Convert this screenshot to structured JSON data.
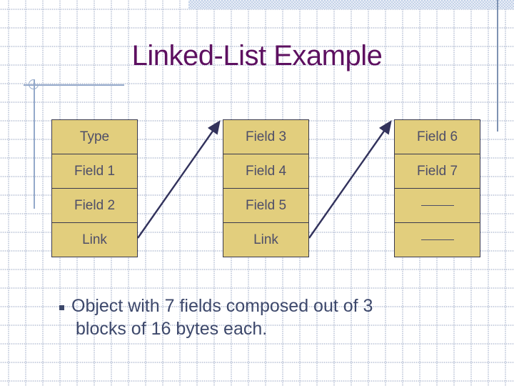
{
  "slide": {
    "title": "Linked-List Example",
    "blocks": [
      {
        "name": "memory-block-1",
        "cells": [
          {
            "label": "Type",
            "empty": false
          },
          {
            "label": "Field 1",
            "empty": false
          },
          {
            "label": "Field 2",
            "empty": false
          },
          {
            "label": "Link",
            "empty": false
          }
        ]
      },
      {
        "name": "memory-block-2",
        "cells": [
          {
            "label": "Field 3",
            "empty": false
          },
          {
            "label": "Field 4",
            "empty": false
          },
          {
            "label": "Field 5",
            "empty": false
          },
          {
            "label": "Link",
            "empty": false
          }
        ]
      },
      {
        "name": "memory-block-3",
        "cells": [
          {
            "label": "Field 6",
            "empty": false
          },
          {
            "label": "Field 7",
            "empty": false
          },
          {
            "label": "",
            "empty": true
          },
          {
            "label": "",
            "empty": true
          }
        ]
      }
    ],
    "bullet": {
      "marker_icon": "bullet-square-icon",
      "lines": [
        "Object with 7 fields composed out of 3",
        "blocks of 16 bytes each."
      ]
    },
    "colors": {
      "title_text": "#5D1060",
      "cell_fill": "#E2CE7D",
      "cell_border": "#39394E",
      "cell_text": "#4E4E68",
      "arrow": "#32325C",
      "body_text": "#3D486B",
      "accent_line": "#94A9CA",
      "accent_line_dark": "#7E92B2",
      "grid_line": "#C9D0E0"
    }
  }
}
